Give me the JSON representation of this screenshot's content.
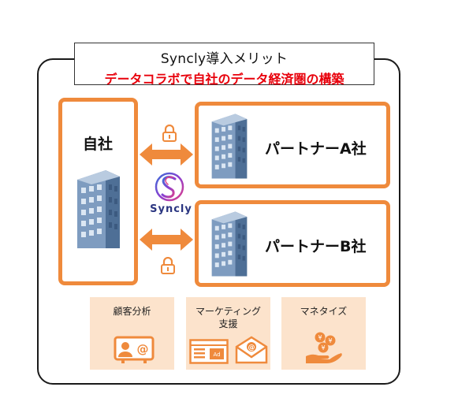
{
  "title": {
    "main": "Syncly導入メリット",
    "sub": "データコラボで自社のデータ経済圏の構築"
  },
  "own_company": {
    "label": "自社"
  },
  "partners": [
    {
      "label": "パートナーA社"
    },
    {
      "label": "パートナーB社"
    }
  ],
  "logo": {
    "text": "Syncly"
  },
  "services": [
    {
      "label": "顧客分析",
      "icon": "customer-id-card-icon"
    },
    {
      "label": "マーケティング\n支援",
      "icon": "marketing-email-icon"
    },
    {
      "label": "マネタイズ",
      "icon": "monetize-coins-hand-icon"
    }
  ],
  "colors": {
    "accent_orange": "#ef8a3c",
    "title_red": "#e8000b",
    "service_bg": "#fce3cc",
    "building_blue": "#6d8fb4"
  }
}
